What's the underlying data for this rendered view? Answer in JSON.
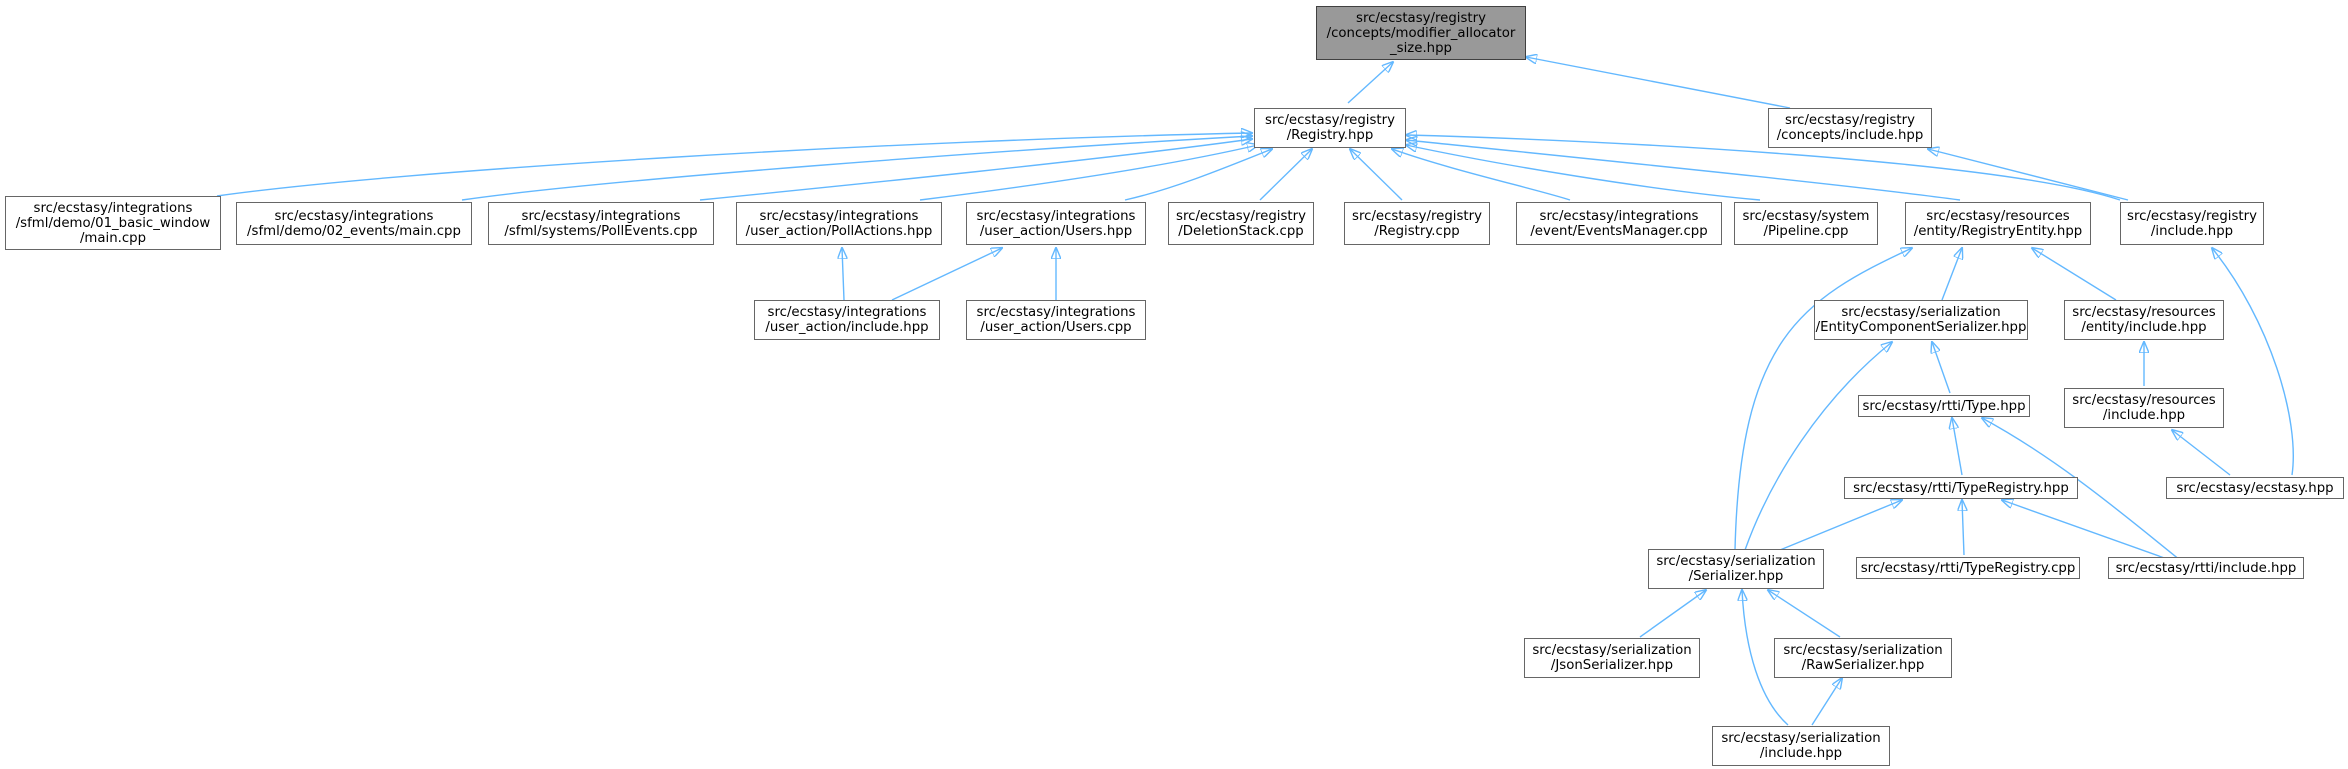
{
  "colors": {
    "edge": "#63b8ff",
    "root_fill": "#999999",
    "node_border": "#666666"
  },
  "nodes": {
    "n_root": "src/ecstasy/registry\n/concepts/modifier_allocator\n_size.hpp",
    "n_registry_hpp": "src/ecstasy/registry\n/Registry.hpp",
    "n_concepts_include": "src/ecstasy/registry\n/concepts/include.hpp",
    "n_demo01": "src/ecstasy/integrations\n/sfml/demo/01_basic_window\n/main.cpp",
    "n_demo02": "src/ecstasy/integrations\n/sfml/demo/02_events/main.cpp",
    "n_pollevents": "src/ecstasy/integrations\n/sfml/systems/PollEvents.cpp",
    "n_pollactions": "src/ecstasy/integrations\n/user_action/PollActions.hpp",
    "n_users_hpp": "src/ecstasy/integrations\n/user_action/Users.hpp",
    "n_deletionstack": "src/ecstasy/registry\n/DeletionStack.cpp",
    "n_registry_cpp": "src/ecstasy/registry\n/Registry.cpp",
    "n_eventsmanager": "src/ecstasy/integrations\n/event/EventsManager.cpp",
    "n_pipeline": "src/ecstasy/system\n/Pipeline.cpp",
    "n_registryentity": "src/ecstasy/resources\n/entity/RegistryEntity.hpp",
    "n_registry_include": "src/ecstasy/registry\n/include.hpp",
    "n_useraction_include": "src/ecstasy/integrations\n/user_action/include.hpp",
    "n_users_cpp": "src/ecstasy/integrations\n/user_action/Users.cpp",
    "n_ecs_serializer": "src/ecstasy/serialization\n/EntityComponentSerializer.hpp",
    "n_entity_include": "src/ecstasy/resources\n/entity/include.hpp",
    "n_type_hpp": "src/ecstasy/rtti/Type.hpp",
    "n_resources_include": "src/ecstasy/resources\n/include.hpp",
    "n_ecstasy_hpp": "src/ecstasy/ecstasy.hpp",
    "n_typeregistry_hpp": "src/ecstasy/rtti/TypeRegistry.hpp",
    "n_serializer_hpp": "src/ecstasy/serialization\n/Serializer.hpp",
    "n_typeregistry_cpp": "src/ecstasy/rtti/TypeRegistry.cpp",
    "n_rtti_include": "src/ecstasy/rtti/include.hpp",
    "n_jsonserializer": "src/ecstasy/serialization\n/JsonSerializer.hpp",
    "n_rawserializer": "src/ecstasy/serialization\n/RawSerializer.hpp",
    "n_serialization_include": "src/ecstasy/serialization\n/include.hpp"
  }
}
